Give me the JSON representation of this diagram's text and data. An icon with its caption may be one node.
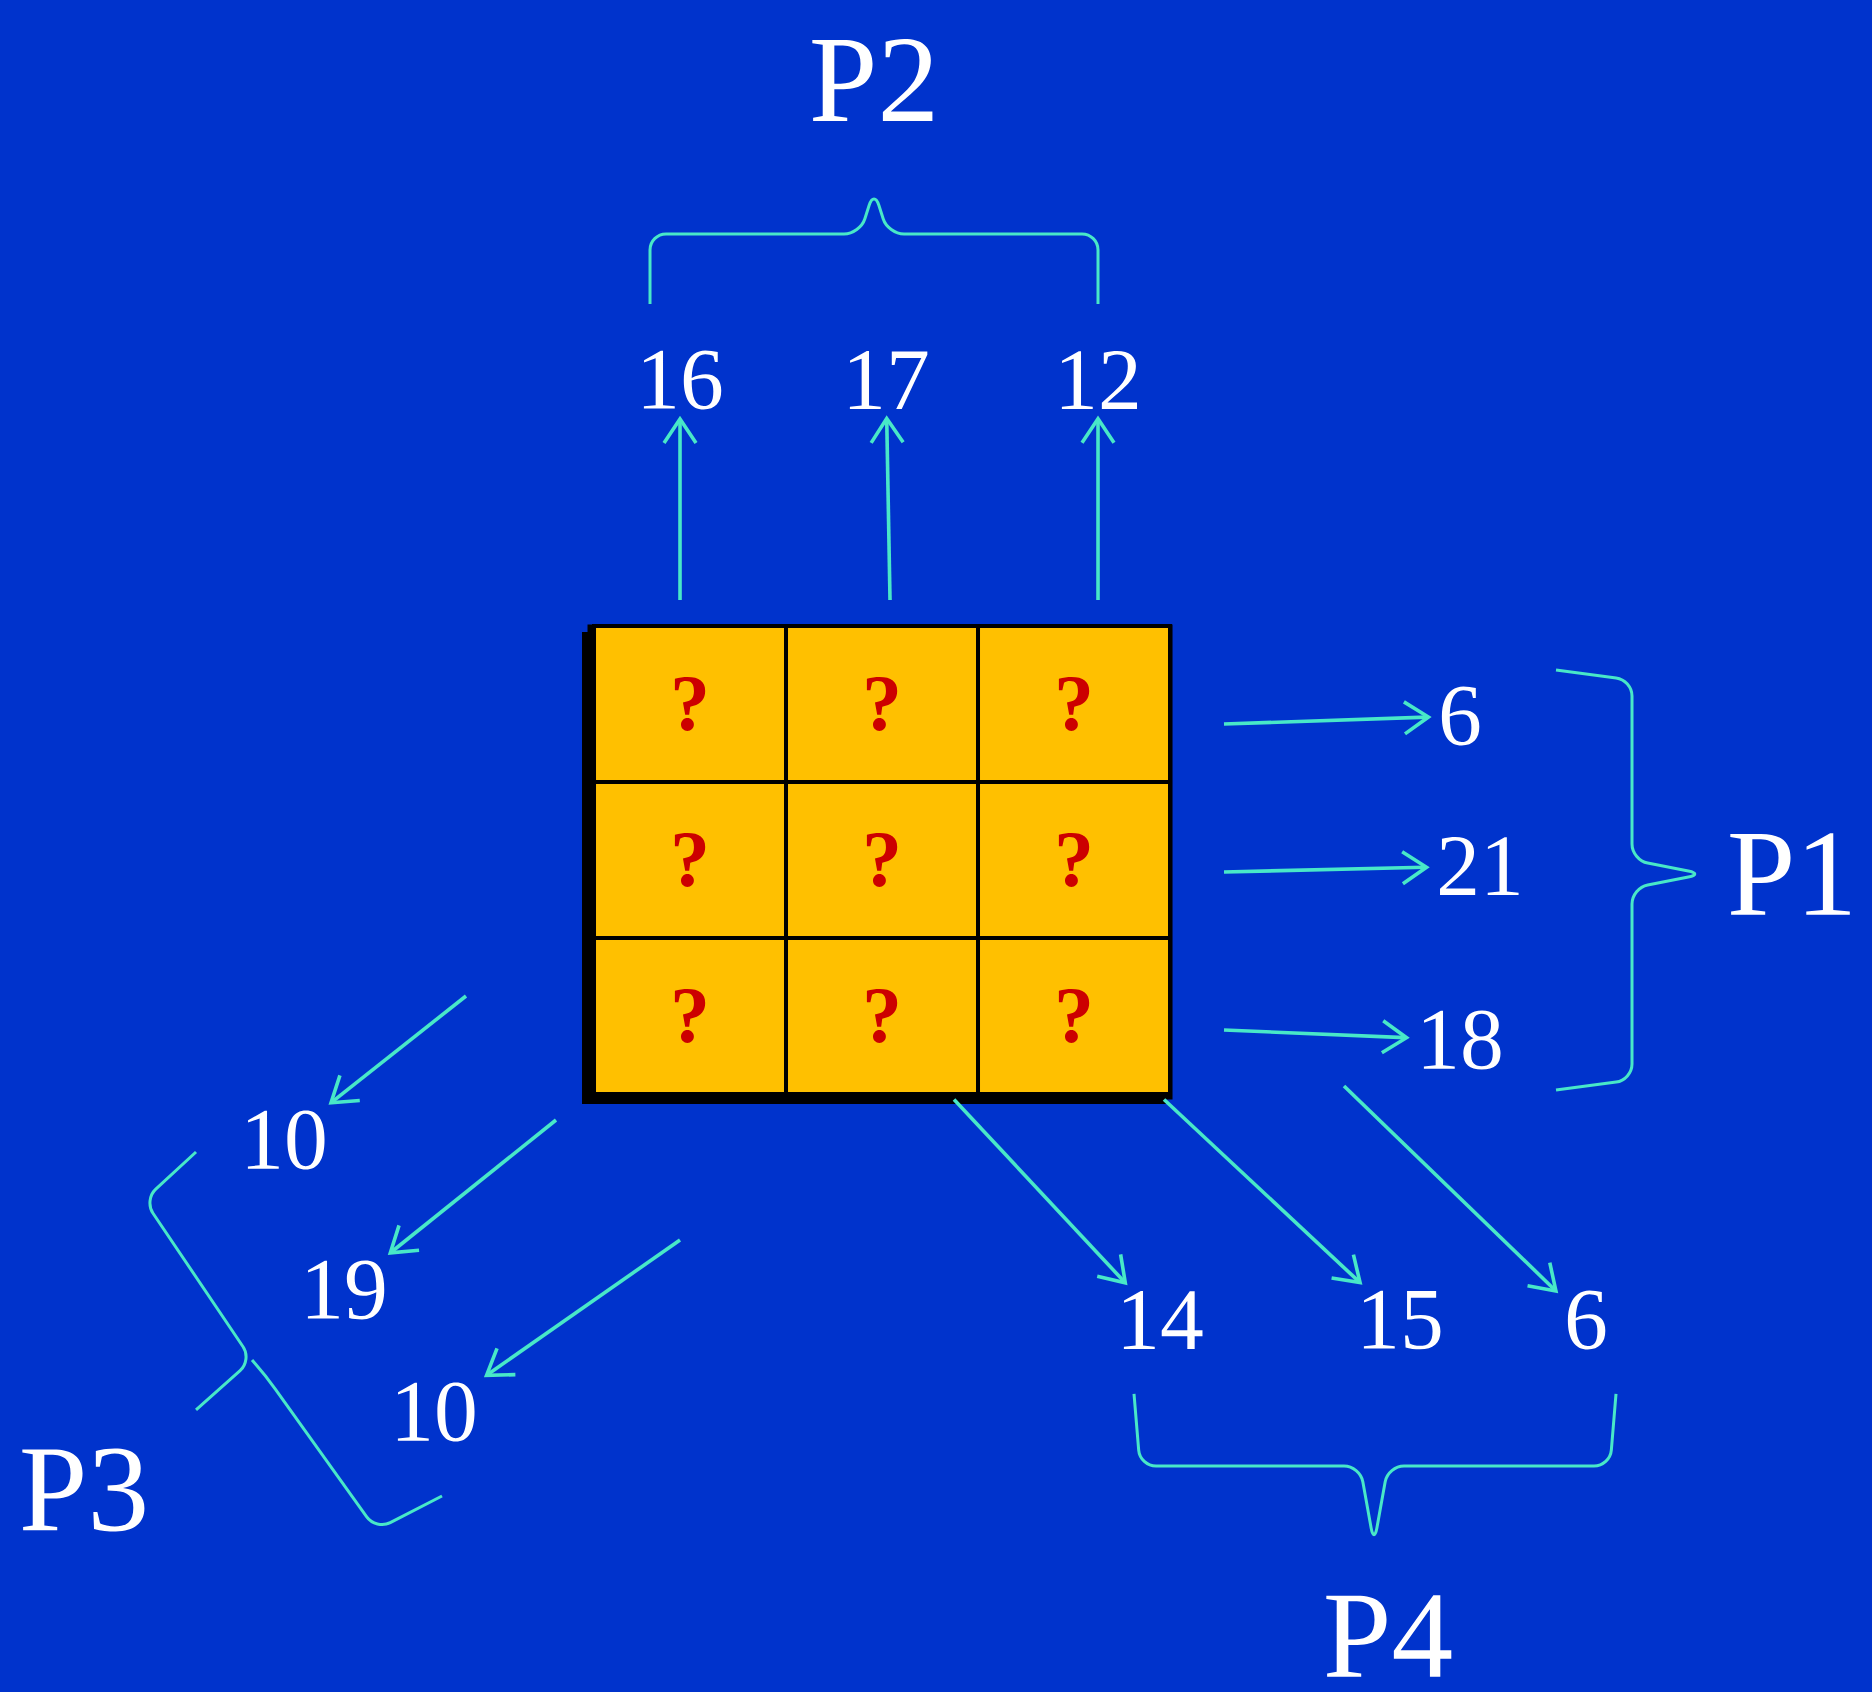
{
  "diagram": {
    "nodes": [
      {
        "text": [],
        "shape": "box"
      },
      {
        "text": [
          "?"
        ],
        "in": 0
      },
      {
        "text": [
          "?"
        ],
        "in": 0
      },
      {
        "text": [
          "?"
        ],
        "in": 0
      },
      {
        "text": [
          "?"
        ],
        "in": 0
      },
      {
        "text": [
          "?"
        ],
        "in": 0
      },
      {
        "text": [
          "?"
        ],
        "in": 0
      },
      {
        "text": [
          "?"
        ],
        "in": 0
      },
      {
        "text": [
          "?"
        ],
        "in": 0
      },
      {
        "text": [
          "?"
        ],
        "in": 0
      },
      {
        "text": [
          "16"
        ]
      },
      {
        "text": [
          "17"
        ]
      },
      {
        "text": [
          "12"
        ]
      },
      {
        "text": [
          "6"
        ]
      },
      {
        "text": [
          "21"
        ]
      },
      {
        "text": [
          "18"
        ]
      },
      {
        "text": [
          "10"
        ]
      },
      {
        "text": [
          "19"
        ]
      },
      {
        "text": [
          "10"
        ]
      },
      {
        "text": [
          "14"
        ]
      },
      {
        "text": [
          "15"
        ]
      },
      {
        "text": [
          "6"
        ]
      }
    ],
    "edges": [
      {
        "from": null,
        "to": 10,
        "arrow": "to"
      },
      {
        "from": null,
        "to": 11,
        "arrow": "to"
      },
      {
        "from": null,
        "to": 12,
        "arrow": "to"
      },
      {
        "from": null,
        "to": 13,
        "arrow": "to"
      },
      {
        "from": null,
        "to": 14,
        "arrow": "to"
      },
      {
        "from": null,
        "to": 15,
        "arrow": "to"
      },
      {
        "from": null,
        "to": 16,
        "arrow": "to"
      },
      {
        "from": null,
        "to": 17,
        "arrow": "to"
      },
      {
        "from": null,
        "to": 18,
        "arrow": "to"
      },
      {
        "from": 0,
        "to": 19,
        "arrow": "to"
      },
      {
        "from": 0,
        "to": 20,
        "arrow": "to"
      },
      {
        "from": null,
        "to": 21,
        "arrow": "to"
      }
    ],
    "labels": [
      "P2",
      "P1",
      "P3",
      "P4"
    ]
  }
}
